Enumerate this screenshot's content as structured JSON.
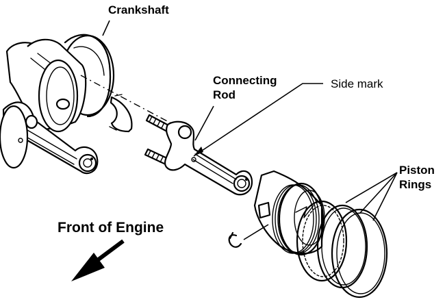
{
  "diagram": {
    "title": "Crankshaft, connecting rod and piston exploded view",
    "labels": {
      "crankshaft": "Crankshaft",
      "connecting_rod_line1": "Connecting",
      "connecting_rod_line2": "Rod",
      "side_mark": "Side mark",
      "piston_rings_line1": "Piston",
      "piston_rings_line2": "Rings",
      "front_of_engine": "Front of Engine"
    },
    "components": [
      {
        "name": "crankshaft",
        "icon": "crankshaft-drawing"
      },
      {
        "name": "bearing-shell",
        "icon": "bearing-half-drawing"
      },
      {
        "name": "connecting-rod-bolts",
        "icon": "bolt-drawing"
      },
      {
        "name": "connecting-rod",
        "icon": "connecting-rod-drawing"
      },
      {
        "name": "piston",
        "icon": "piston-drawing"
      },
      {
        "name": "piston-pin-clip",
        "icon": "snap-ring-drawing"
      },
      {
        "name": "piston-rings",
        "count": 3,
        "icon": "ring-drawing"
      },
      {
        "name": "front-direction-arrow",
        "icon": "arrow-down-left"
      }
    ],
    "colors": {
      "ink": "#000000",
      "background": "#ffffff"
    }
  }
}
